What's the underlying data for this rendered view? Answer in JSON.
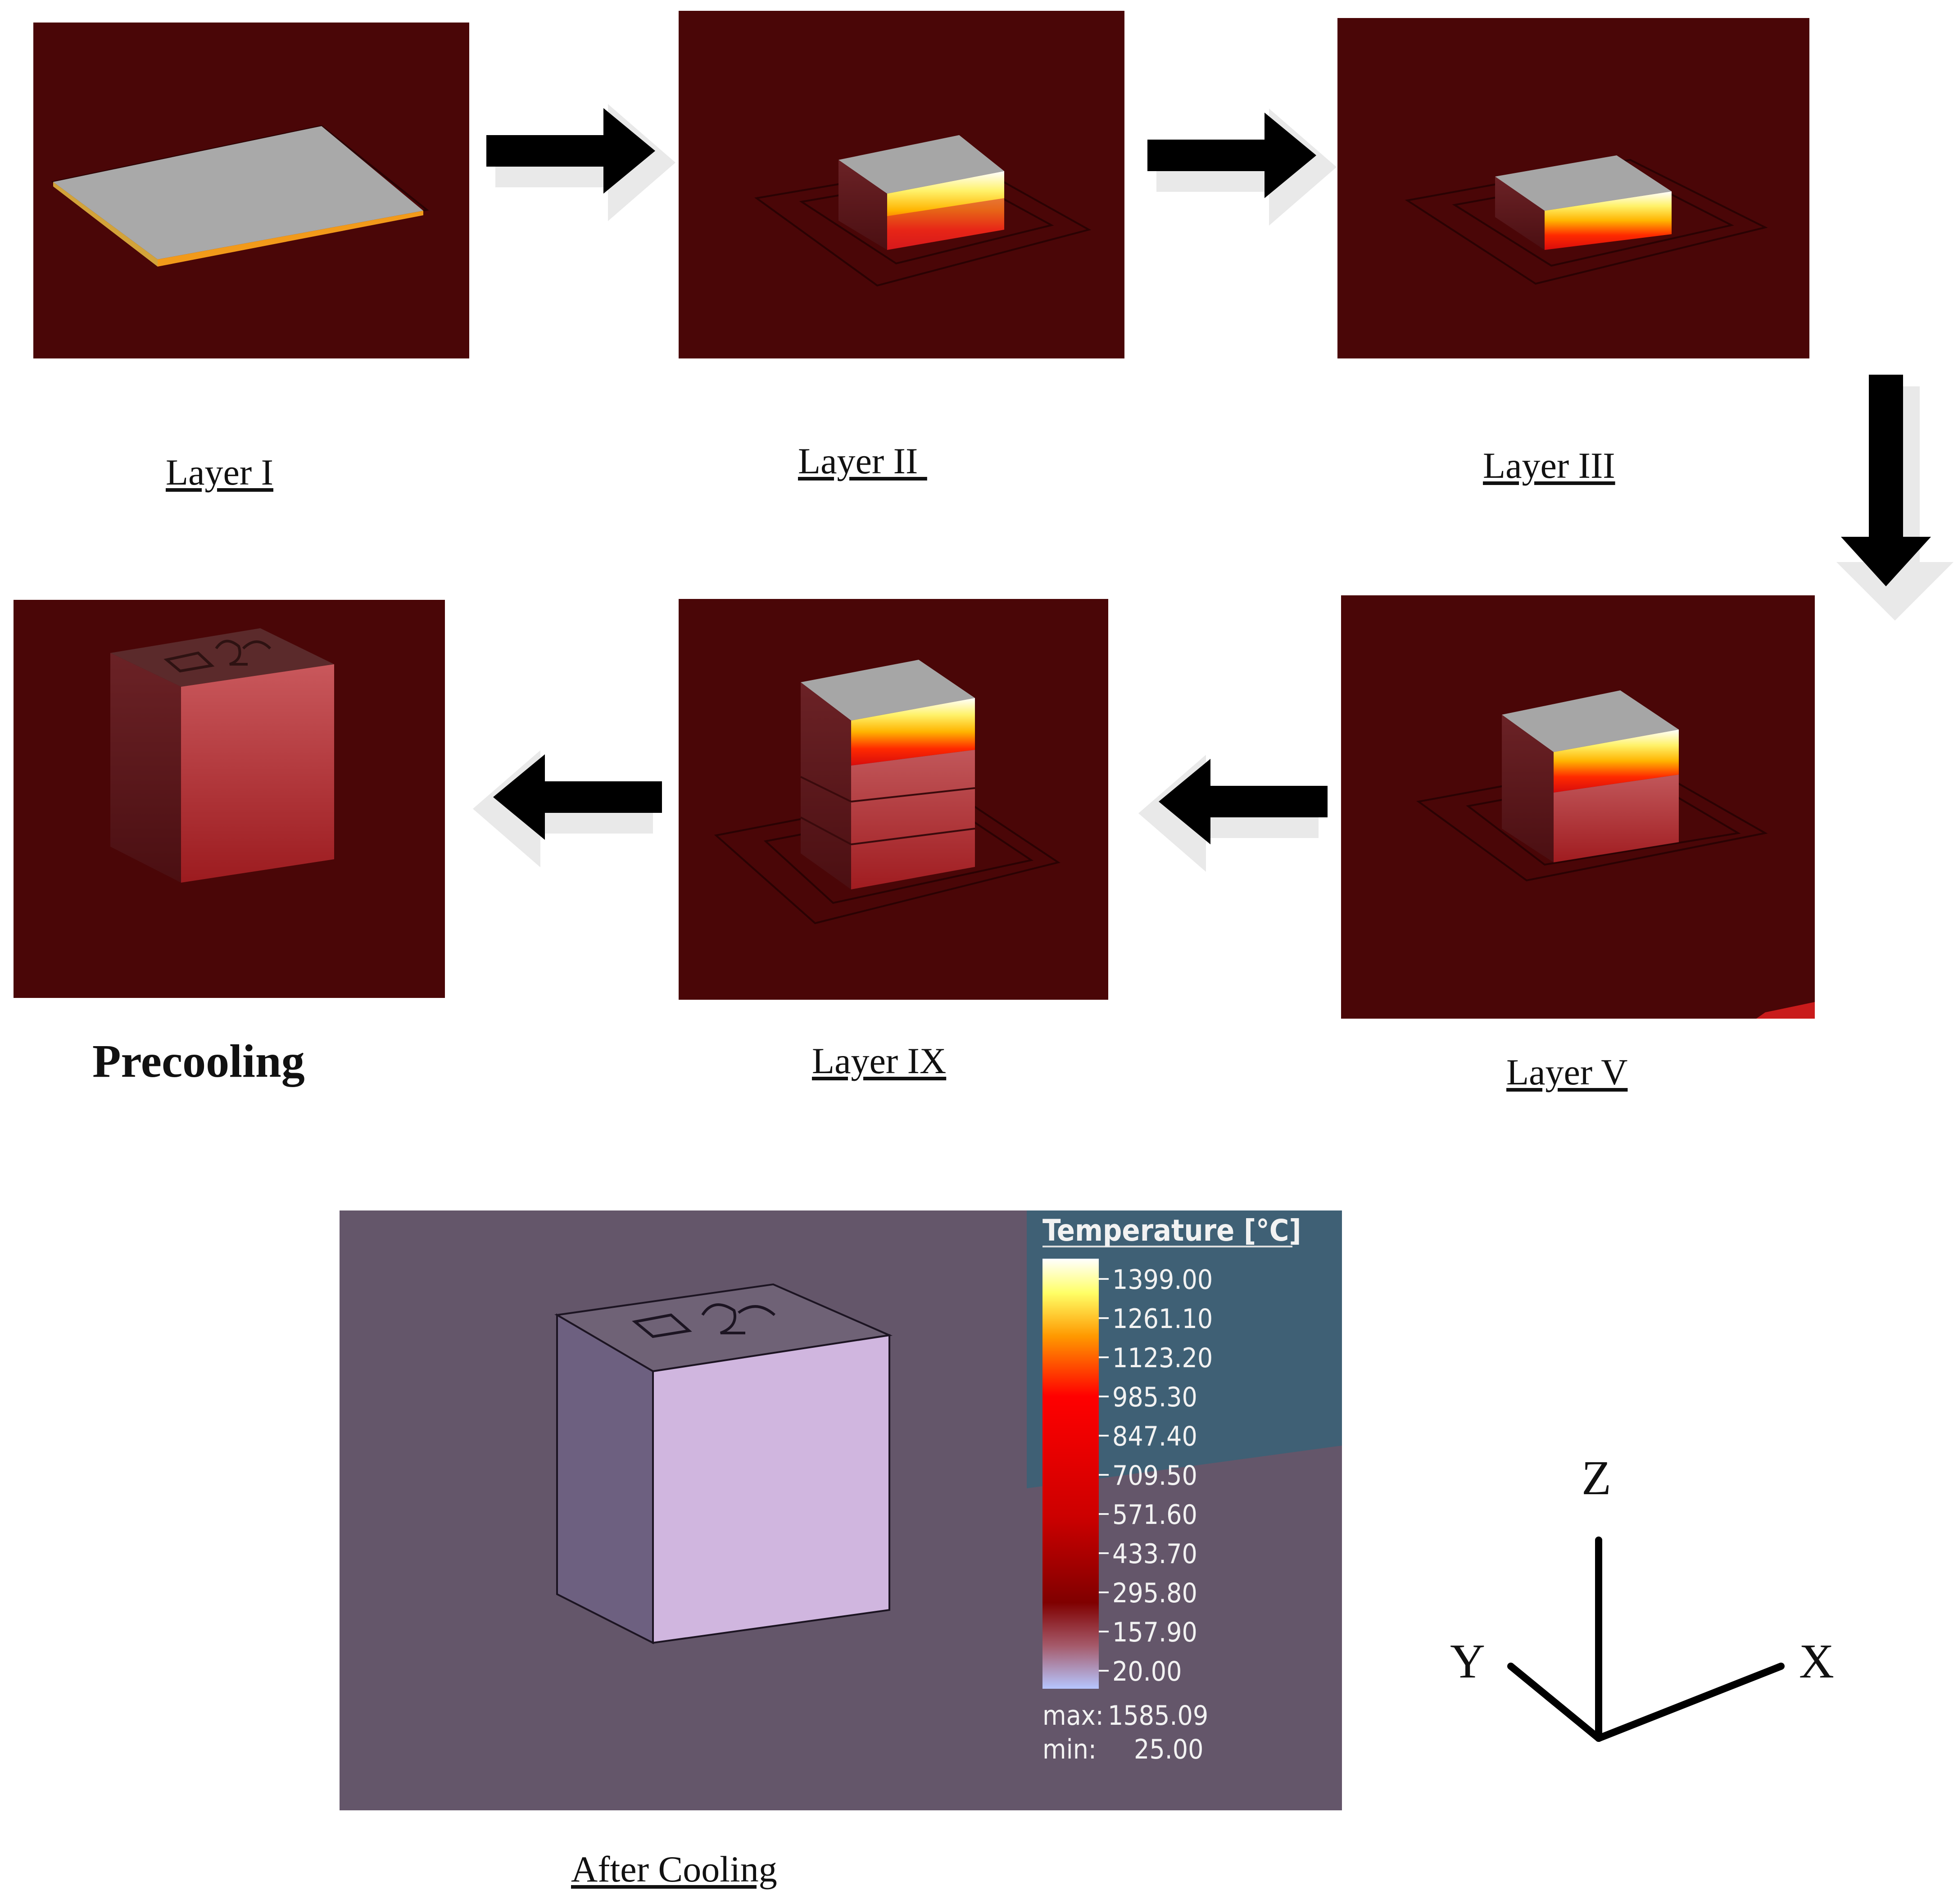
{
  "panels": [
    {
      "caption": "Layer I"
    },
    {
      "caption": "Layer II "
    },
    {
      "caption": "Layer III"
    },
    {
      "caption": "Layer V"
    },
    {
      "caption": "Layer IX"
    },
    {
      "caption": "Precooling"
    }
  ],
  "final_panel": {
    "caption": "After Cooling"
  },
  "legend": {
    "title": "Temperature [°C]",
    "ticks": [
      "1399.00",
      "1261.10",
      "1123.20",
      "985.30",
      "847.40",
      "709.50",
      "571.60",
      "433.70",
      "295.80",
      "157.90",
      "20.00"
    ],
    "max_label": "max:",
    "max_value": "1585.09",
    "min_label": "min:",
    "min_value": "25.00"
  },
  "axes": {
    "z": "Z",
    "y": "Y",
    "x": "X"
  },
  "colors": {
    "background_panel": "#4a0607",
    "hot": "#ffffff",
    "mid": "#ff1a00",
    "cool": "#b8c8ff",
    "after_cooling_bg": "#64566a"
  }
}
